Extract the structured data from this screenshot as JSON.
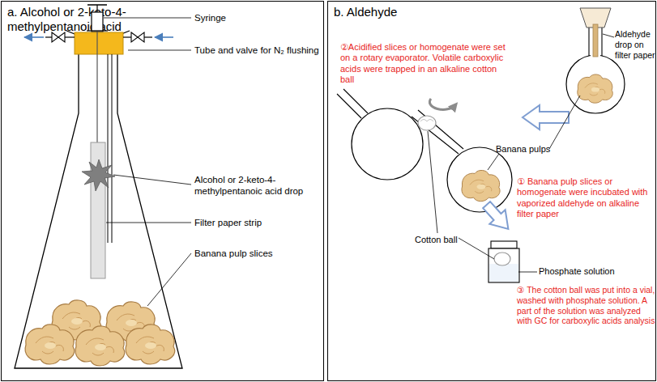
{
  "diagram": {
    "nodes": [
      {
        "text": [
          "a. Alcohol or 2-keto-4- methylpentanoic acid"
        ]
      },
      {
        "text": [
          "b. Aldehyde"
        ]
      }
    ],
    "labels": [
      "Syringe",
      "Tube and valve for N₂ flushing",
      "Alcohol or 2-keto-4- methylpentanoic acid drop",
      "Filter paper strip",
      "Banana pulp slices",
      "②Acidified slices or homogenate were set on a rotary evaporator. Volatile carboxylic acids were trapped in an alkaline cotton ball",
      "Banana pulps",
      "Aldehyde drop on filter paper",
      "① Banana pulp slices or homogenate were incubated with vaporized aldehyde on alkaline filter paper",
      "Cotton ball",
      "Phosphate solution",
      "③ The cotton ball was put into a vial, washed with phosphate solution. A part of the solution was analyzed with GC for carboxylic acids analysis"
    ]
  }
}
